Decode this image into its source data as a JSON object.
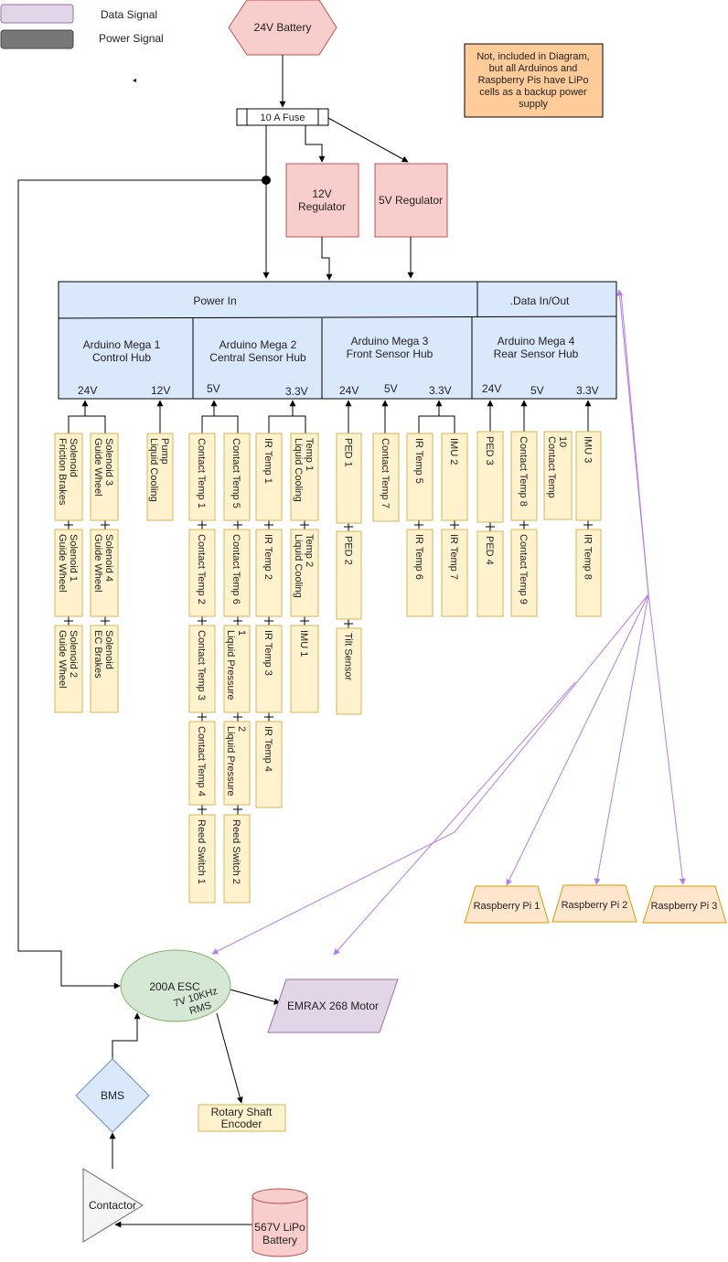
{
  "legend": {
    "data_label": "Data Signal",
    "power_label": "Power Signal",
    "data_color": "#e1d5e7",
    "power_color": "#777777"
  },
  "battery": "24V Battery",
  "fuse": "10 A Fuse",
  "note": [
    "Not, included in Diagram,",
    "but all Arduinos and",
    "Raspberry Pis have LiPo",
    "cells as a backup power",
    "supply"
  ],
  "reg12": [
    "12V",
    "Regulator"
  ],
  "reg5": "5V Regulator",
  "power_in": "Power In",
  "data_inout": ".Data In/Out",
  "megas": [
    {
      "line1": "Arduino Mega 1",
      "line2": "Control Hub"
    },
    {
      "line1": "Arduino Mega 2",
      "line2": "Central Sensor Hub"
    },
    {
      "line1": "Arduino Mega 3",
      "line2": "Front Sensor Hub"
    },
    {
      "line1": "Arduino Mega 4",
      "line2": "Rear Sensor Hub"
    }
  ],
  "rails": {
    "m1_24v": "24V",
    "m1_12v": "12V",
    "m2_5v": "5V",
    "m2_33v": "3.3V",
    "m3_24v": "24V",
    "m3_5v": "5V",
    "m3_33v": "3.3V",
    "m4_24v": "24V",
    "m4_5v": "5V",
    "m4_33v": "3.3V"
  },
  "components": {
    "c1": [
      "Friction Brakes",
      "Solenoid"
    ],
    "c2": [
      "Guide Wheel",
      "Solenoid 1"
    ],
    "c3": [
      "Guide Wheel",
      "Solenoid 2"
    ],
    "c4": [
      "Guide Wheel",
      "Solenoid 3"
    ],
    "c5": [
      "Guide Wheel",
      "Solenoid 4"
    ],
    "c6": [
      "EC Brakes",
      "Solenoid"
    ],
    "c7": [
      "Liquid Cooling",
      "Pump"
    ],
    "c8": [
      "Contact Temp 1"
    ],
    "c9": [
      "Contact Temp 2"
    ],
    "c10": [
      "Contact Temp 3"
    ],
    "c11": [
      "Contact Temp 4"
    ],
    "c12": [
      "Reed Switch 1"
    ],
    "c13": [
      "Contact Temp 5"
    ],
    "c14": [
      "Contact Temp 6"
    ],
    "c15": [
      "Liquid Pressure",
      "1"
    ],
    "c16": [
      "Liquid Pressure",
      "2"
    ],
    "c17": [
      "Reed Switch 2"
    ],
    "c18": [
      "IR Temp 1"
    ],
    "c19": [
      "IR Temp 2"
    ],
    "c20": [
      "IR Temp 3"
    ],
    "c21": [
      "IR Temp 4"
    ],
    "c22": [
      "Liquid Cooling",
      "Temp 1"
    ],
    "c23": [
      "Liquid Cooling",
      "Temp 2"
    ],
    "c24": [
      "IMU 1"
    ],
    "c25": [
      "PED 1"
    ],
    "c26": [
      "PED 2"
    ],
    "c27": [
      "Tilt Sensor"
    ],
    "c28": [
      "Contact Temp 7"
    ],
    "c29": [
      "IR Temp 5"
    ],
    "c30": [
      "IR Temp 6"
    ],
    "c31": [
      "IMU 2"
    ],
    "c32": [
      "IR Temp 7"
    ],
    "c33": [
      "PED 3"
    ],
    "c34": [
      "PED 4"
    ],
    "c35": [
      "Contact Temp 8"
    ],
    "c36": [
      "Contact Temp 9"
    ],
    "c37": [
      "Contact Temp",
      "10"
    ],
    "c38": [
      "IMU 3"
    ],
    "c39": [
      "IR Temp 8"
    ]
  },
  "raspberry": [
    "Raspberry Pi 1",
    "Raspberry Pi 2",
    "Raspberry Pi 3"
  ],
  "esc": {
    "title": "200A ESC",
    "sub1": "7V 10KHz",
    "sub2": "RMS"
  },
  "motor": "EMRAX 268 Motor",
  "encoder": [
    "Rotary Shaft",
    "Encoder"
  ],
  "bms": "BMS",
  "contactor": "Contactor",
  "lipo": [
    "567V LiPo",
    "Battery"
  ]
}
